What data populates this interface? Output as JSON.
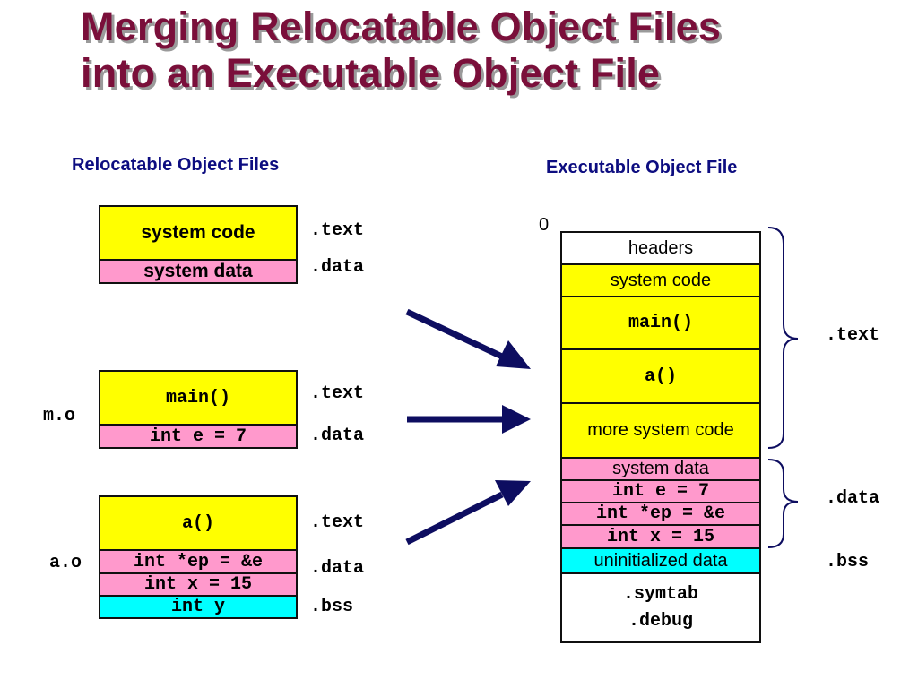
{
  "title": {
    "line1": "Merging Relocatable Object Files",
    "line2": "into an Executable Object File"
  },
  "left": {
    "heading": "Relocatable Object Files",
    "system": {
      "code": "system code",
      "data": "system data",
      "text_label": ".text",
      "data_label": ".data"
    },
    "m_o": {
      "file_label": "m.o",
      "main": "main()",
      "data": "int e = 7",
      "text_label": ".text",
      "data_label": ".data"
    },
    "a_o": {
      "file_label": "a.o",
      "func": "a()",
      "data1": "int *ep = &e",
      "data2": "int x = 15",
      "bss": "int y",
      "text_label": ".text",
      "data_label": ".data",
      "bss_label": ".bss"
    }
  },
  "right": {
    "heading": "Executable Object File",
    "zero": "0",
    "sections": {
      "headers": "headers",
      "system_code": "system code",
      "main": "main()",
      "a": "a()",
      "more_system_code": "more system code",
      "system_data": "system data",
      "int_e": "int e = 7",
      "int_ep": "int *ep = &e",
      "int_x": "int x = 15",
      "uninit": "uninitialized data",
      "symtab": ".symtab",
      "debug": ".debug"
    },
    "brace_labels": {
      "text": ".text",
      "data": ".data",
      "bss": ".bss"
    }
  },
  "colors": {
    "title": "#7a0f3a",
    "heading": "#0d0d80",
    "code": "#ffff00",
    "data": "#ff99cc",
    "bss": "#00ffff",
    "arrow": "#0d0d60"
  }
}
